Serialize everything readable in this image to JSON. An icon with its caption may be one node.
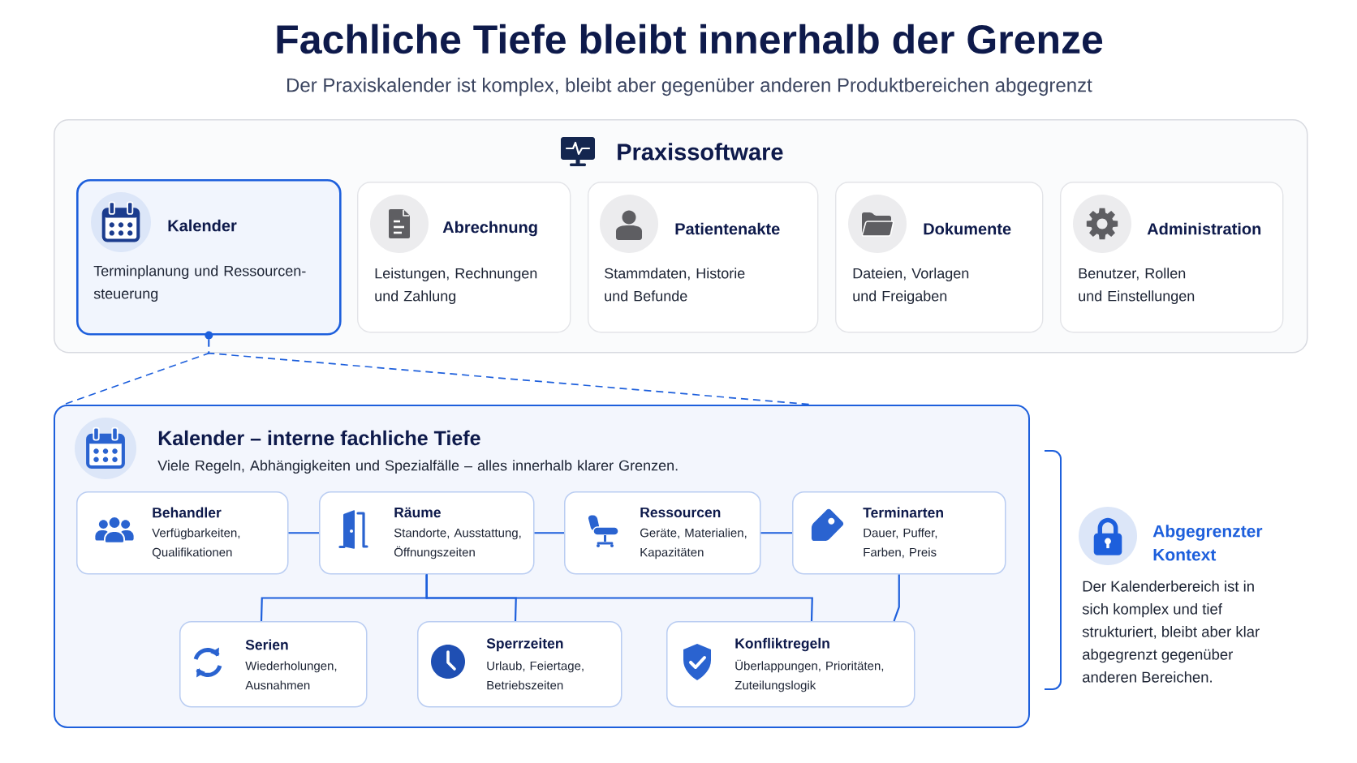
{
  "diagram": {
    "title": "Fachliche Tiefe bleibt innerhalb der Grenze",
    "nodes": [
      {
        "text": [
          "Praxissoftware"
        ]
      },
      {
        "text": [
          "Kalender",
          "Terminplanung und Ressourcen- steuerung"
        ],
        "in": 0
      },
      {
        "text": [
          "Abrechnung",
          "Leistungen, Rechnungen und Zahlung"
        ],
        "in": 0
      },
      {
        "text": [
          "Patientenakte",
          "Stammdaten, Historie und Befunde"
        ],
        "in": 0
      },
      {
        "text": [
          "Dokumente",
          "Dateien, Vorlagen und Freigaben"
        ],
        "in": 0
      },
      {
        "text": [
          "Administration",
          "Benutzer, Rollen und Einstellungen"
        ],
        "in": 0
      },
      {
        "text": [
          "Kalender – interne fachliche Tiefe",
          "Viele Regeln, Abhängigkeiten und Spezialfälle – alles innerhalb klarer Grenzen."
        ]
      },
      {
        "text": [
          "Behandler",
          "Verfügbarkeiten, Qualifikationen"
        ],
        "in": 6
      },
      {
        "text": [
          "Räume",
          "Standorte, Ausstattung, Öffnungszeiten"
        ],
        "in": 6
      },
      {
        "text": [
          "Ressourcen",
          "Geräte, Materialien, Kapazitäten"
        ],
        "in": 6
      },
      {
        "text": [
          "Terminarten",
          "Dauer, Puffer, Farben, Preis"
        ],
        "in": 6
      },
      {
        "text": [
          "Serien",
          "Wiederholungen, Ausnahmen"
        ],
        "in": 6
      },
      {
        "text": [
          "Sperrzeiten",
          "Urlaub, Feiertage, Betriebszeiten"
        ],
        "in": 6
      },
      {
        "text": [
          "Konfliktregeln",
          "Überlappungen, Prioritäten, Zuteilungslogik"
        ],
        "in": 6
      }
    ],
    "edges": [
      {
        "from": 1,
        "to": 6,
        "arrow": "none",
        "style": "dashed"
      },
      {
        "from": 1,
        "to": 6,
        "arrow": "none",
        "style": "dashed"
      },
      {
        "from": 7,
        "to": 8,
        "arrow": "none"
      },
      {
        "from": 8,
        "to": 9,
        "arrow": "none"
      },
      {
        "from": 9,
        "to": 10,
        "arrow": "none"
      },
      {
        "from": 8,
        "to": 11,
        "arrow": "none"
      },
      {
        "from": 8,
        "to": 12,
        "arrow": "none"
      },
      {
        "from": 8,
        "to": 13,
        "arrow": "none"
      },
      {
        "from": 10,
        "to": 13,
        "arrow": "none"
      }
    ],
    "labels": [
      "Der Praxiskalender ist komplex, bleibt aber gegenüber anderen Produktbereichen abgegrenzt",
      "Abgegrenzter Kontext",
      "Der Kalenderbereich ist in sich komplex und tief strukturiert, bleibt aber klar abgegrenzt gegenüber anderen Bereichen."
    ]
  }
}
